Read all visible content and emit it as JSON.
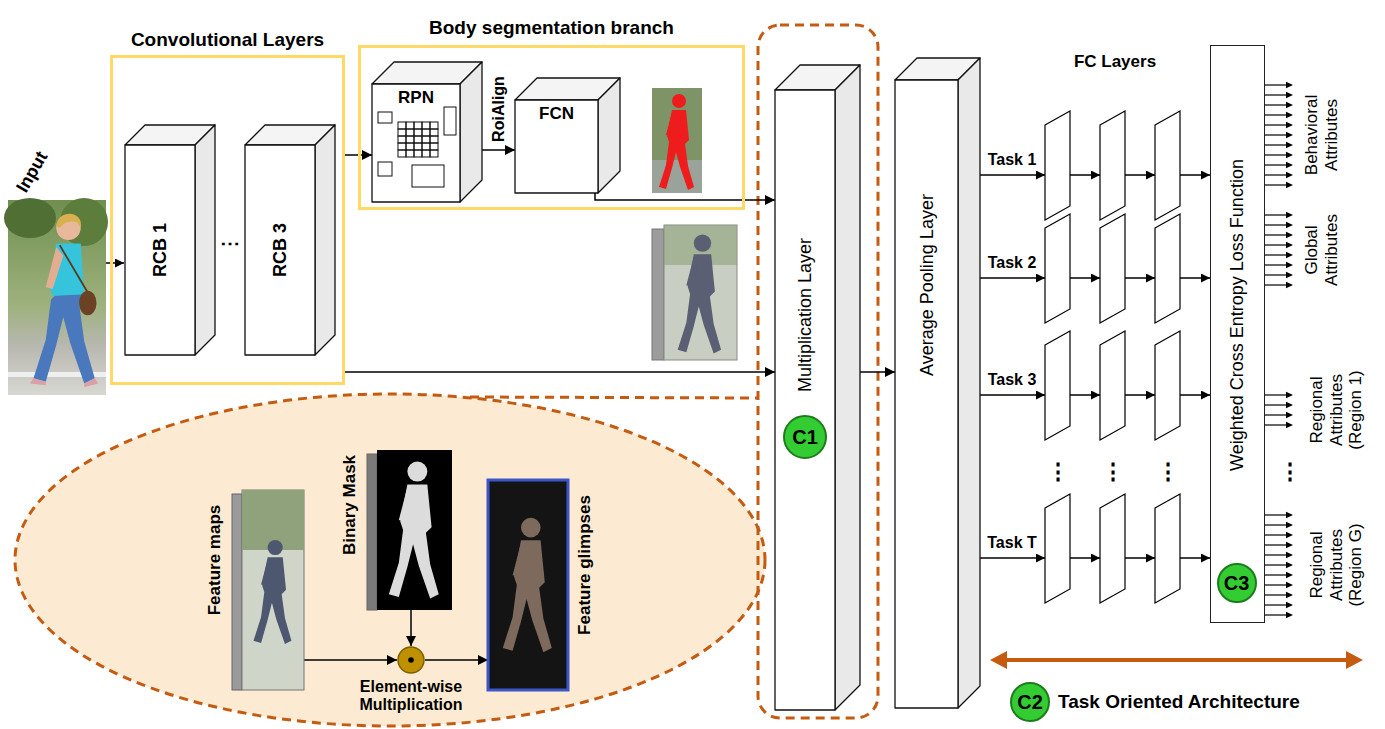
{
  "diagram": {
    "nodes": [
      {
        "text": [
          "Convolutional Layers"
        ]
      },
      {
        "text": [
          "RCB 1"
        ],
        "in": 0
      },
      {
        "text": [
          "RCB 3"
        ],
        "in": 0
      },
      {
        "text": [
          "Body segmentation branch"
        ]
      },
      {
        "text": [
          "RPN"
        ],
        "in": 3
      },
      {
        "text": [
          "FCN"
        ],
        "in": 3
      },
      {
        "text": [
          "Multiplication Layer"
        ]
      },
      {
        "text": [
          "C1"
        ],
        "in": 6
      },
      {
        "text": [
          "Average Pooling Layer"
        ]
      },
      {
        "text": [
          "Weighted Cross Entropy Loss Function"
        ]
      },
      {
        "text": [
          "C3"
        ],
        "in": 9
      },
      {
        "text": [
          "C2"
        ]
      },
      {
        "text": [
          "Feature maps"
        ]
      },
      {
        "text": [
          "Binary Mask"
        ]
      },
      {
        "text": [
          "Element-wise Multiplication"
        ]
      },
      {
        "text": [
          "Feature glimpses"
        ]
      }
    ],
    "edges": [
      {
        "from": 0,
        "to": 4,
        "arrow": "to"
      },
      {
        "from": 4,
        "to": 5,
        "label": "RoiAlign",
        "arrow": "to"
      },
      {
        "from": 5,
        "to": 6,
        "arrow": "to"
      },
      {
        "from": 0,
        "to": 6,
        "arrow": "to"
      },
      {
        "from": 6,
        "to": 8,
        "arrow": "to"
      },
      {
        "from": 12,
        "to": 14,
        "arrow": "to"
      },
      {
        "from": 13,
        "to": 14,
        "arrow": "to"
      },
      {
        "from": 14,
        "to": 15,
        "arrow": "to"
      }
    ],
    "labels": [
      "Input",
      "⋯",
      "FC Layers",
      "Task 1",
      "Task 2",
      "Task 3",
      "Task T",
      "⋮",
      "⋮",
      "⋮",
      "⋮",
      "Behavioral Attributes",
      "Global Attributes",
      "Regional Attributes (Region 1)",
      "Regional Attributes (Region G)",
      "Task Oriented Architecture"
    ]
  }
}
